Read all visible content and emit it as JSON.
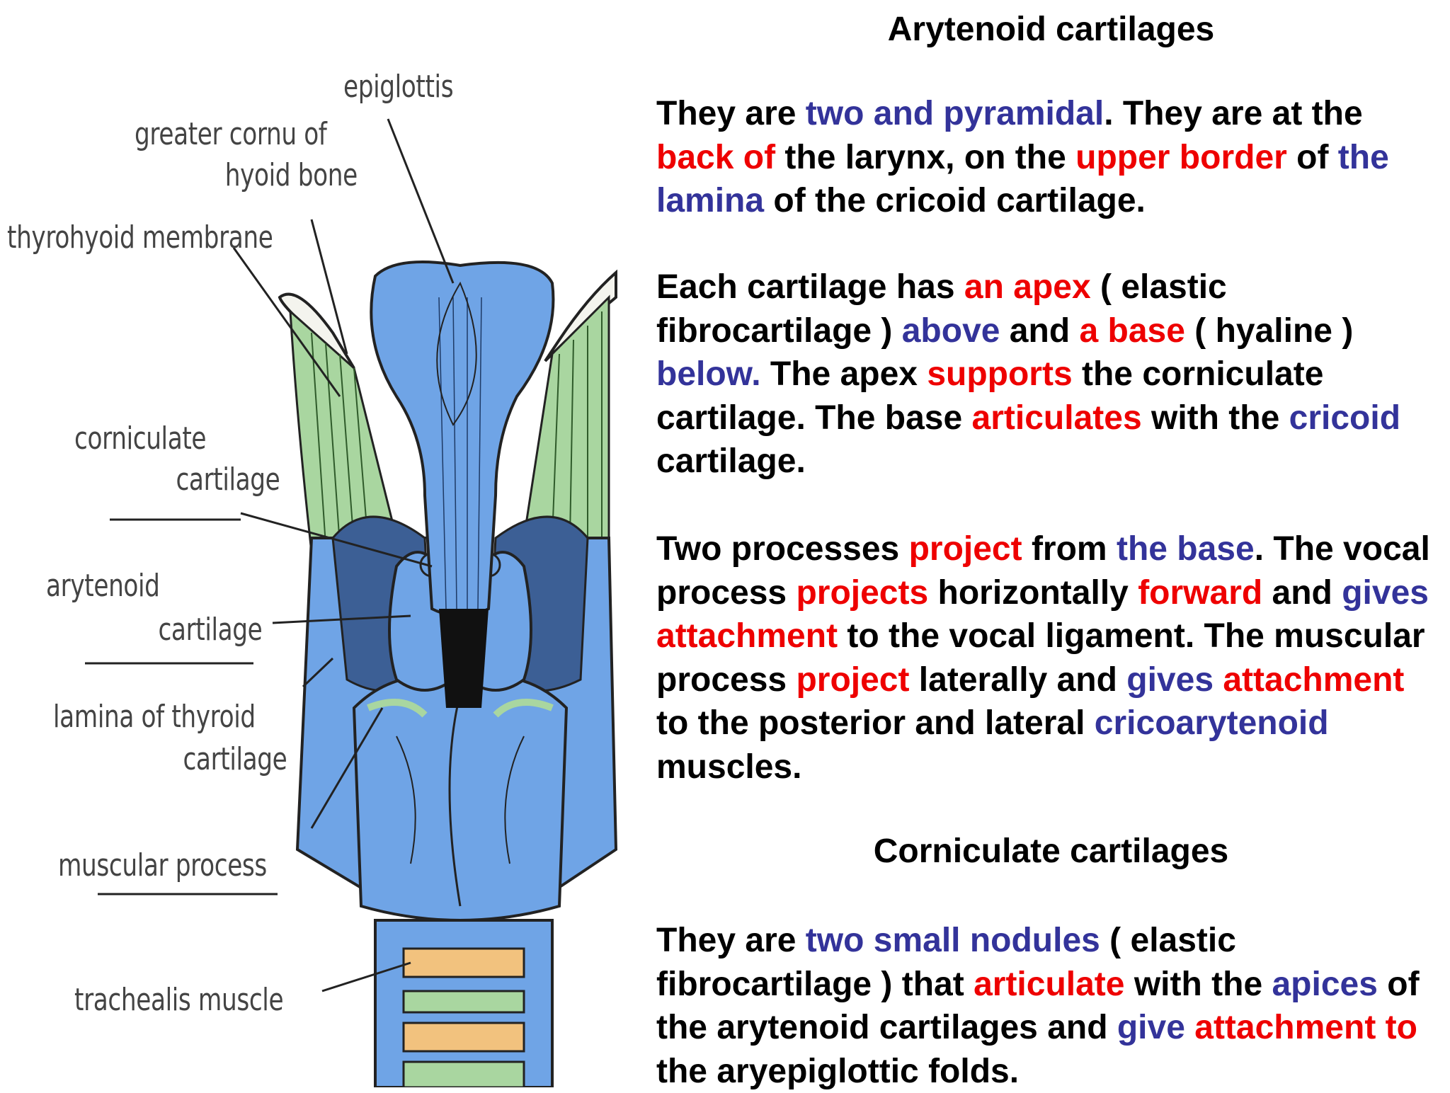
{
  "colors": {
    "red": "#ee0000",
    "blue": "#33339a",
    "text": "#000000",
    "cartilage": "#6fa4e6",
    "membrane": "#a9d6a0",
    "ring": "#f2c27e"
  },
  "figure": {
    "labels": {
      "epiglottis": "epiglottis",
      "greater_cornu_1": "greater cornu of",
      "greater_cornu_2": "hyoid bone",
      "thyrohyoid": "thyrohyoid membrane",
      "corniculate_1": "corniculate",
      "corniculate_2": "cartilage",
      "arytenoid_1": "arytenoid",
      "arytenoid_2": "cartilage",
      "lamina_1": "lamina of thyroid",
      "lamina_2": "cartilage",
      "muscular": "muscular process",
      "trachealis": "trachealis muscle"
    }
  },
  "text": {
    "heading1": "Arytenoid cartilages",
    "p1": [
      {
        "t": "They are ",
        "c": ""
      },
      {
        "t": "two and pyramidal",
        "c": "blue"
      },
      {
        "t": ". They are at the ",
        "c": ""
      },
      {
        "t": "back of",
        "c": "red"
      },
      {
        "t": " the larynx, on the ",
        "c": ""
      },
      {
        "t": "upper border",
        "c": "red"
      },
      {
        "t": " of ",
        "c": ""
      },
      {
        "t": "the lamina",
        "c": "blue"
      },
      {
        "t": " of the cricoid cartilage.",
        "c": ""
      }
    ],
    "p2": [
      {
        "t": "Each cartilage has ",
        "c": ""
      },
      {
        "t": "an apex",
        "c": "red"
      },
      {
        "t": " ( elastic fibrocartilage ) ",
        "c": ""
      },
      {
        "t": "above",
        "c": "blue"
      },
      {
        "t": " and ",
        "c": ""
      },
      {
        "t": "a base",
        "c": "red"
      },
      {
        "t": " ( hyaline ) ",
        "c": ""
      },
      {
        "t": "below.",
        "c": "blue"
      },
      {
        "t": " The apex ",
        "c": ""
      },
      {
        "t": "supports",
        "c": "red"
      },
      {
        "t": " the corniculate cartilage. The base ",
        "c": ""
      },
      {
        "t": "articulates",
        "c": "red"
      },
      {
        "t": " with the ",
        "c": ""
      },
      {
        "t": "cricoid",
        "c": "blue"
      },
      {
        "t": " cartilage.",
        "c": ""
      }
    ],
    "p3": [
      {
        "t": "Two processes ",
        "c": ""
      },
      {
        "t": "project",
        "c": "red"
      },
      {
        "t": " from ",
        "c": ""
      },
      {
        "t": "the base",
        "c": "blue"
      },
      {
        "t": ". The vocal process ",
        "c": ""
      },
      {
        "t": "projects",
        "c": "red"
      },
      {
        "t": " horizontally ",
        "c": ""
      },
      {
        "t": "forward",
        "c": "red"
      },
      {
        "t": " and ",
        "c": ""
      },
      {
        "t": "gives",
        "c": "blue"
      },
      {
        "t": " ",
        "c": ""
      },
      {
        "t": "attachment",
        "c": "red"
      },
      {
        "t": " to the vocal ligament. The muscular process ",
        "c": ""
      },
      {
        "t": "project",
        "c": "red"
      },
      {
        "t": " laterally and ",
        "c": ""
      },
      {
        "t": "gives",
        "c": "blue"
      },
      {
        "t": " ",
        "c": ""
      },
      {
        "t": "attachment",
        "c": "red"
      },
      {
        "t": " to the posterior and lateral ",
        "c": ""
      },
      {
        "t": "cricoarytenoid",
        "c": "blue"
      },
      {
        "t": " muscles.",
        "c": ""
      }
    ],
    "heading2": "Corniculate cartilages",
    "p4": [
      {
        "t": "They are ",
        "c": ""
      },
      {
        "t": "two small nodules",
        "c": "blue"
      },
      {
        "t": " ( elastic fibrocartilage ) that ",
        "c": ""
      },
      {
        "t": "articulate",
        "c": "red"
      },
      {
        "t": " with the ",
        "c": ""
      },
      {
        "t": "apices",
        "c": "blue"
      },
      {
        "t": " of the arytenoid cartilages and ",
        "c": ""
      },
      {
        "t": "give",
        "c": "blue"
      },
      {
        "t": " ",
        "c": ""
      },
      {
        "t": "attachment to",
        "c": "red"
      },
      {
        "t": " the aryepiglottic folds.",
        "c": ""
      }
    ]
  }
}
